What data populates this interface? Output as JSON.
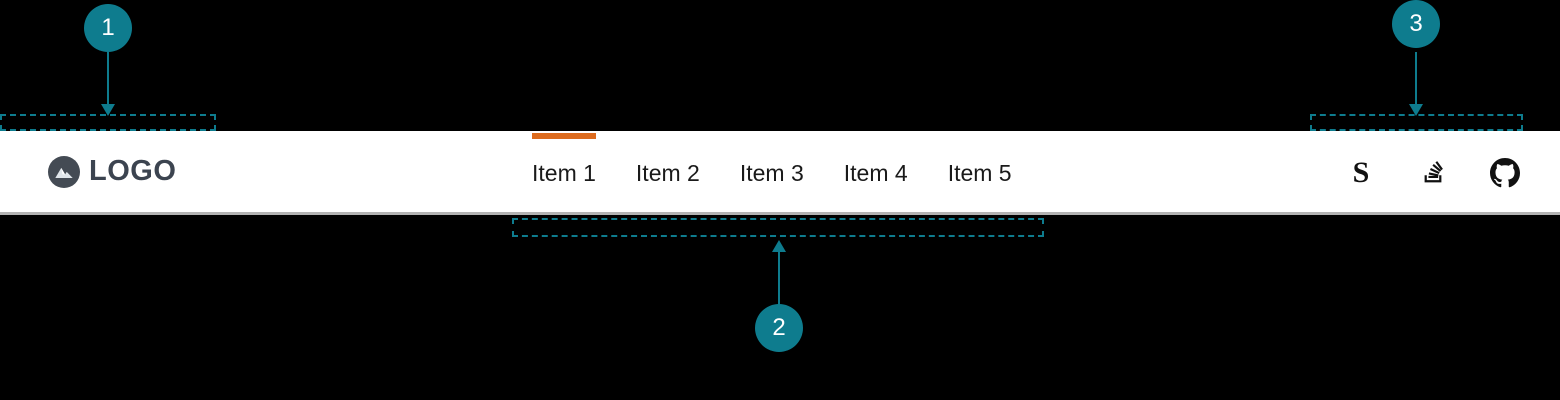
{
  "navbar": {
    "brand": {
      "text": "LOGO",
      "icon": "mountain-logo-icon"
    },
    "items": [
      {
        "label": "Item 1",
        "active": true
      },
      {
        "label": "Item 2",
        "active": false
      },
      {
        "label": "Item 3",
        "active": false
      },
      {
        "label": "Item 4",
        "active": false
      },
      {
        "label": "Item 5",
        "active": false
      }
    ],
    "social": [
      {
        "name": "superuser-icon",
        "glyph": "S"
      },
      {
        "name": "stack-overflow-icon",
        "glyph": ""
      },
      {
        "name": "github-icon",
        "glyph": ""
      }
    ]
  },
  "annotations": [
    {
      "number": "1",
      "target": "brand-logo-region"
    },
    {
      "number": "2",
      "target": "nav-items-region"
    },
    {
      "number": "3",
      "target": "social-icons-region"
    }
  ],
  "colors": {
    "accent_orange": "#dd6b1e",
    "annotation_teal": "#0e7c8e",
    "navbar_background": "#ffffff",
    "page_background": "#000000",
    "brand_dark": "#3c4450",
    "nav_text": "#1a1a1a"
  }
}
